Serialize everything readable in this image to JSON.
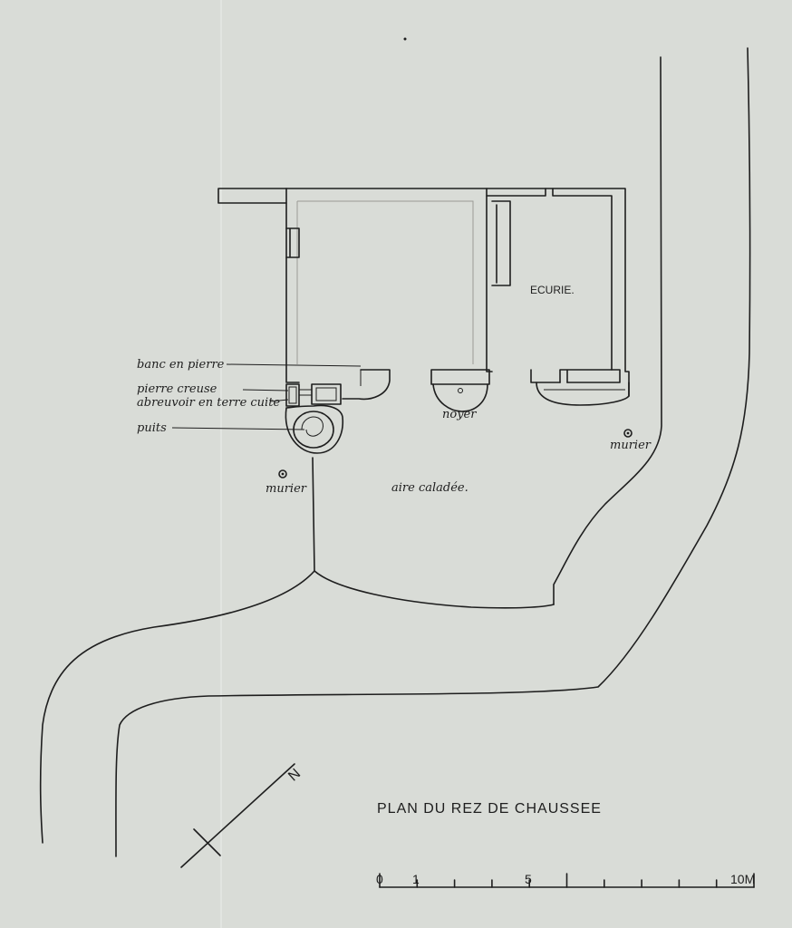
{
  "title": "PLAN DU REZ DE CHAUSSEE",
  "rooms": {
    "ecurie": "ECURIE."
  },
  "labels": {
    "banc": "banc en pierre",
    "pierre_creuse": "pierre creuse",
    "abreuvoir": "abreuvoir en terre cuite",
    "puits": "puits",
    "murier_left": "murier",
    "murier_right": "murier",
    "aire": "aire caladée.",
    "noyer": "noyer"
  },
  "north": {
    "letter": "N"
  },
  "scale": {
    "ticks": [
      "0",
      "1",
      "5",
      "10M"
    ]
  }
}
